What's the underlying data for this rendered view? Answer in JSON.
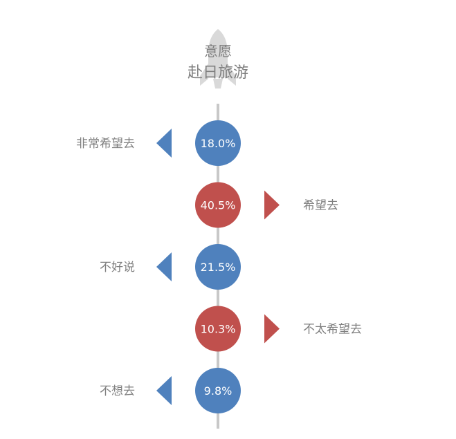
{
  "chart_data": {
    "type": "timeline",
    "title_lines": [
      "意愿",
      "赴日旅游"
    ],
    "categories": [
      "非常希望去",
      "希望去",
      "不好说",
      "不太希望去",
      "不想去"
    ],
    "values": [
      18.0,
      40.5,
      21.5,
      10.3,
      9.8
    ],
    "value_labels": [
      "18.0%",
      "40.5%",
      "21.5%",
      "10.3%",
      "9.8%"
    ],
    "label_sides": [
      "left",
      "right",
      "left",
      "right",
      "left"
    ],
    "unit": "%"
  },
  "colors": {
    "left": "#4f81bd",
    "right": "#c0504d",
    "axis": "#c8c8c8",
    "text": "#7f7f7f",
    "rocket": "#d9d9d9"
  },
  "icons": {
    "header": "rocket-icon"
  }
}
